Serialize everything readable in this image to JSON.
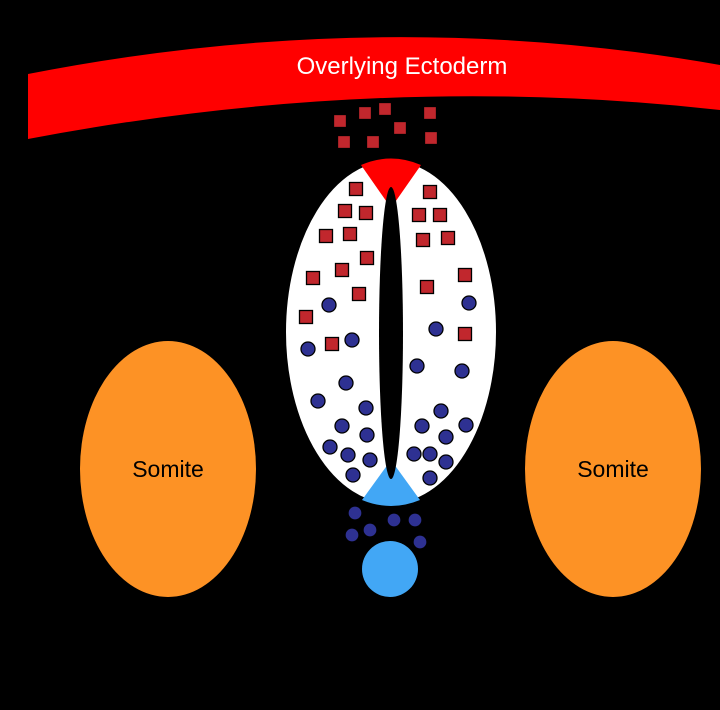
{
  "labels": {
    "ectoderm": "Overlying Ectoderm",
    "somite_left": "Somite",
    "somite_right": "Somite"
  },
  "colors": {
    "background": "#000000",
    "ectoderm": "#ff0000",
    "roof_plate": "#ff0000",
    "floor_plate": "#42a7f5",
    "notochord": "#42a7f5",
    "somite": "#fd9225",
    "neural_tube": "#ffffff",
    "lumen": "#000000",
    "dorsal_signal": "#c1272d",
    "ventral_signal": "#2e3192",
    "label_on_red": "#ffffff",
    "label_on_somite": "#000000"
  },
  "signals": {
    "dorsal_marker_shape": "square",
    "ventral_marker_shape": "circle"
  }
}
